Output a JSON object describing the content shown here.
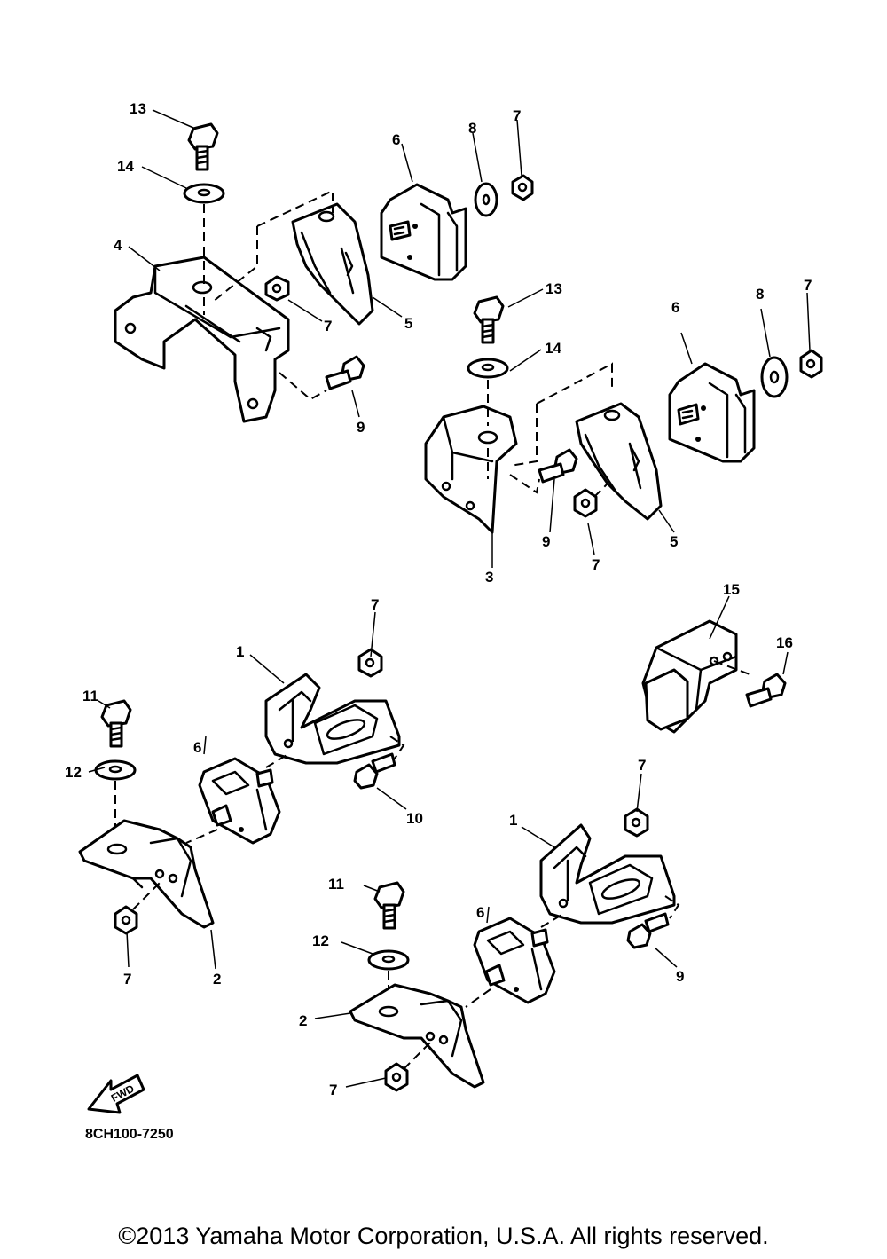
{
  "diagram": {
    "callouts": {
      "c13a": "13",
      "c14a": "14",
      "c4": "4",
      "c6a": "6",
      "c8a": "8",
      "c7a": "7",
      "c7b": "7",
      "c5a": "5",
      "c9a": "9",
      "c13b": "13",
      "c14b": "14",
      "c6b": "6",
      "c8b": "8",
      "c7c": "7",
      "c9b": "9",
      "c7d": "7",
      "c5b": "5",
      "c3": "3",
      "c15": "15",
      "c16": "16",
      "c7e": "7",
      "c1a": "1",
      "c11a": "11",
      "c6c": "6",
      "c12a": "12",
      "c10": "10",
      "c7f": "7",
      "c2a": "2",
      "c7g": "7",
      "c1b": "1",
      "c11b": "11",
      "c6d": "6",
      "c12b": "12",
      "c9c": "9",
      "c2b": "2",
      "c7h": "7"
    },
    "fwd_label": "FWD",
    "diagram_code": "8CH100-7250"
  },
  "footer": {
    "copyright": "©2013 Yamaha Motor Corporation, U.S.A. All rights reserved."
  }
}
